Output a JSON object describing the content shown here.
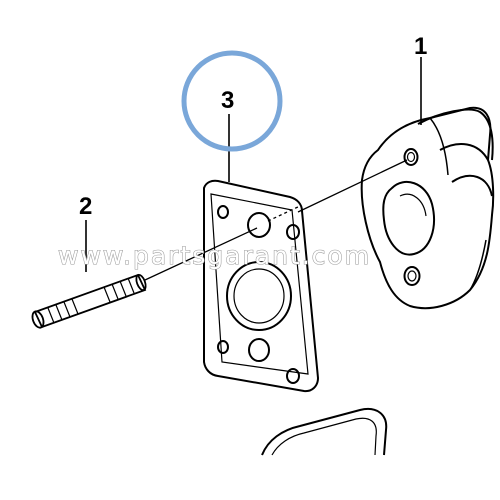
{
  "diagram": {
    "callouts": {
      "part_1": "1",
      "part_2": "2",
      "part_3": "3"
    },
    "highlighted_callout": "3",
    "highlight_color": "#7aa7d9",
    "line_color": "#000000",
    "watermark": "www.partsgarant.com"
  }
}
